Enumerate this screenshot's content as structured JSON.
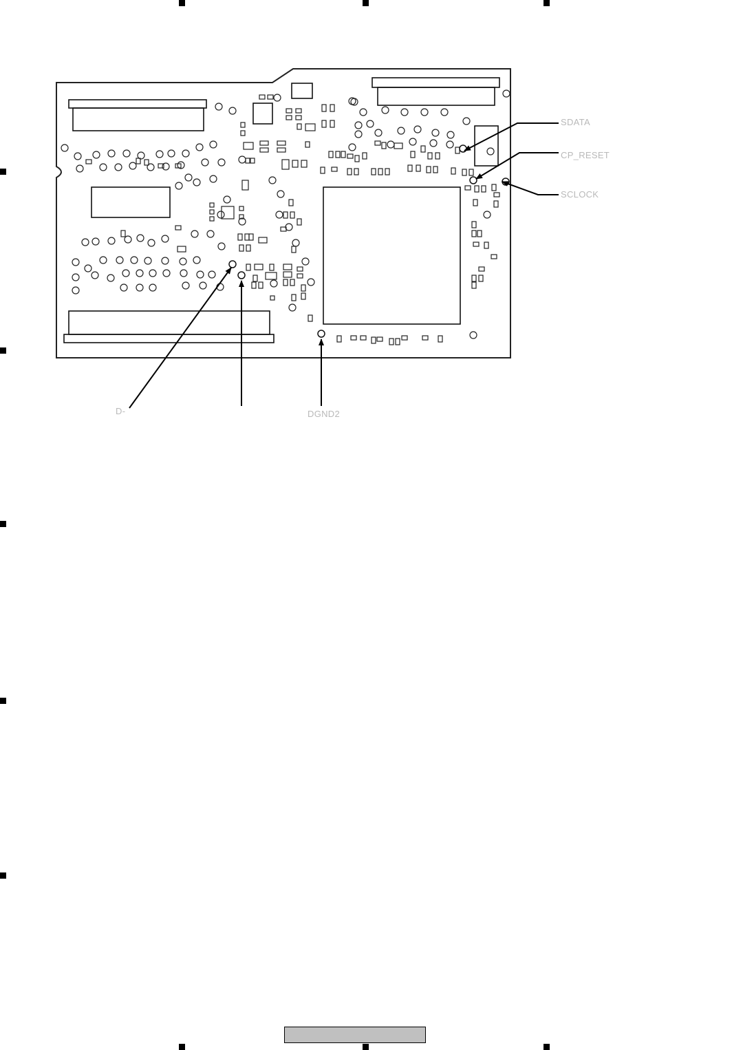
{
  "diagram": {
    "board": "pcb-component-side",
    "test_points": [
      {
        "id": "sdata",
        "label": "SDATA"
      },
      {
        "id": "cp-reset",
        "label": "CP_RESET"
      },
      {
        "id": "sclock",
        "label": "SCLOCK"
      },
      {
        "id": "d-minus",
        "label": "D-"
      },
      {
        "id": "unlabeled",
        "label": ""
      },
      {
        "id": "dgnd2",
        "label": "DGND2"
      }
    ]
  },
  "footer": {
    "page_label": ""
  }
}
